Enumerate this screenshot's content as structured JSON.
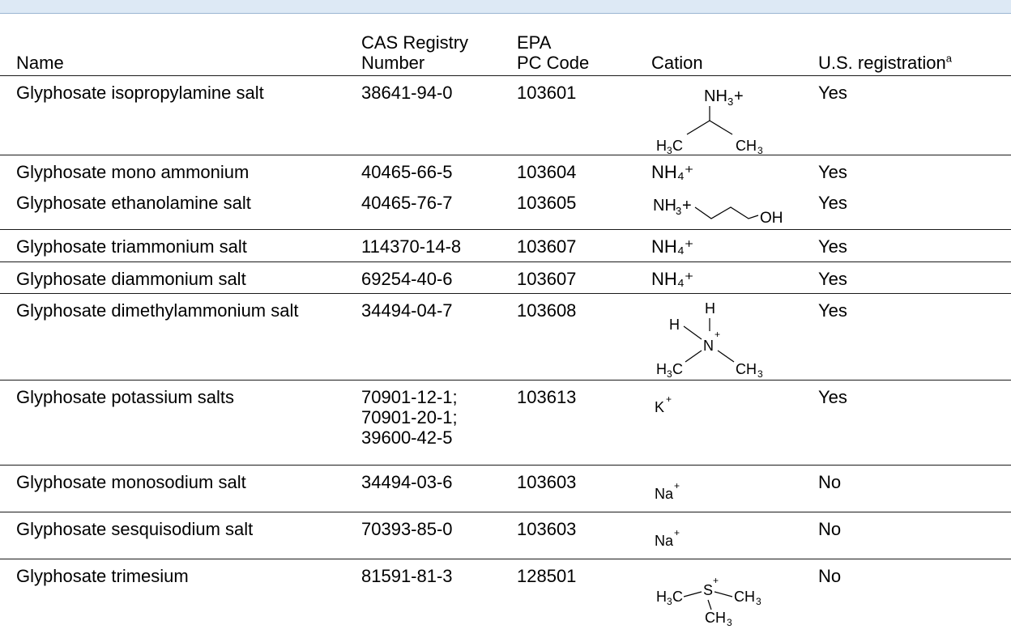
{
  "columns": {
    "name": "Name",
    "cas_line1": "CAS Registry",
    "cas_line2": "Number",
    "epa_line1": "EPA",
    "epa_line2": "PC Code",
    "cation": "Cation",
    "registration": "U.S. registration",
    "registration_note": "a"
  },
  "rows": [
    {
      "name": "Glyphosate isopropylamine salt",
      "cas": "38641-94-0",
      "epa": "103601",
      "cation": "",
      "registration": "Yes"
    },
    {
      "name": "Glyphosate mono ammonium",
      "cas": "40465-66-5",
      "epa": "103604",
      "cation": "NH₄⁺",
      "registration": "Yes"
    },
    {
      "name": "Glyphosate ethanolamine salt",
      "cas": "40465-76-7",
      "epa": "103605",
      "cation": "",
      "registration": "Yes"
    },
    {
      "name": "Glyphosate triammonium salt",
      "cas": "114370-14-8",
      "epa": "103607",
      "cation": "NH₄⁺",
      "registration": "Yes"
    },
    {
      "name": "Glyphosate diammonium salt",
      "cas": "69254-40-6",
      "epa": "103607",
      "cation": "NH₄⁺",
      "registration": "Yes"
    },
    {
      "name": "Glyphosate dimethylammonium salt",
      "cas": "34494-04-7",
      "epa": "103608",
      "cation": "",
      "registration": "Yes"
    },
    {
      "name": "Glyphosate potassium salts",
      "cas": "70901-12-1;",
      "cas2": "70901-20-1;",
      "cas3": "39600-42-5",
      "epa": "103613",
      "cation": "",
      "registration": "Yes"
    },
    {
      "name": "Glyphosate monosodium salt",
      "cas": "34494-03-6",
      "epa": "103603",
      "cation": "",
      "registration": "No"
    },
    {
      "name": "Glyphosate sesquisodium salt",
      "cas": "70393-85-0",
      "epa": "103603",
      "cation": "",
      "registration": "No"
    },
    {
      "name": "Glyphosate trimesium",
      "cas": "81591-81-3",
      "epa": "128501",
      "cation": "",
      "registration": "No"
    }
  ],
  "structures": {
    "iso_nh": "NH",
    "iso_sub": "3",
    "iso_plus": "+",
    "iso_left": "H",
    "iso_left_sub": "3",
    "iso_left_c": "C",
    "iso_right": "CH",
    "iso_right_sub": "3",
    "eth_nh": "NH",
    "eth_sub": "3",
    "eth_plus": "+",
    "eth_oh": "OH",
    "dm_h1": "H",
    "dm_h2": "H",
    "dm_n": "N",
    "dm_plus": "+",
    "dm_left": "H",
    "dm_left_sub": "3",
    "dm_left_c": "C",
    "dm_right": "CH",
    "dm_right_sub": "3",
    "k": "K",
    "k_plus": "+",
    "na1": "Na",
    "na1_plus": "+",
    "na2": "Na",
    "na2_plus": "+",
    "tm_left": "H",
    "tm_left_sub": "3",
    "tm_left_c": "C",
    "tm_s": "S",
    "tm_plus": "+",
    "tm_right": "CH",
    "tm_right_sub": "3",
    "tm_bottom": "CH",
    "tm_bottom_sub": "3"
  }
}
